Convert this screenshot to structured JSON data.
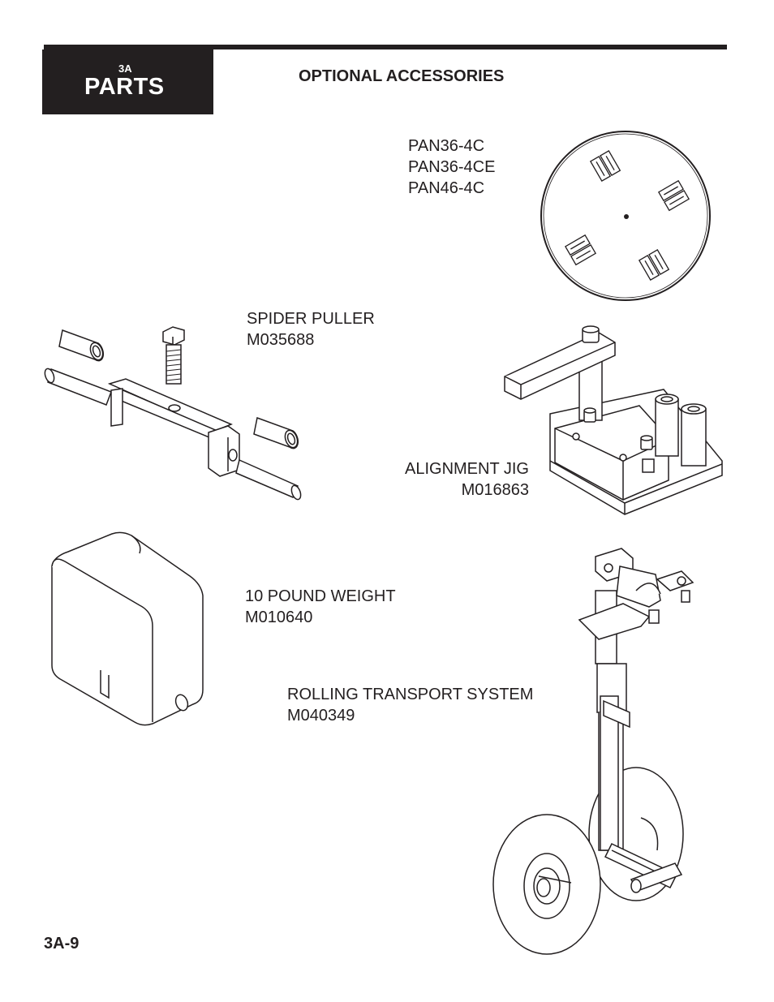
{
  "header": {
    "section_number": "3A",
    "section_title": "PARTS",
    "page_title": "OPTIONAL ACCESSORIES"
  },
  "items": {
    "pan": {
      "codes": [
        "PAN36-4C",
        "PAN36-4CE",
        "PAN46-4C"
      ]
    },
    "spider_puller": {
      "name": "SPIDER PULLER",
      "part": "M035688"
    },
    "alignment_jig": {
      "name": "ALIGNMENT JIG",
      "part": "M016863"
    },
    "weight": {
      "name": "10 POUND WEIGHT",
      "part": "M010640"
    },
    "transport": {
      "name": "ROLLING TRANSPORT SYSTEM",
      "part": "M040349"
    }
  },
  "footer": {
    "page_number": "3A-9"
  }
}
